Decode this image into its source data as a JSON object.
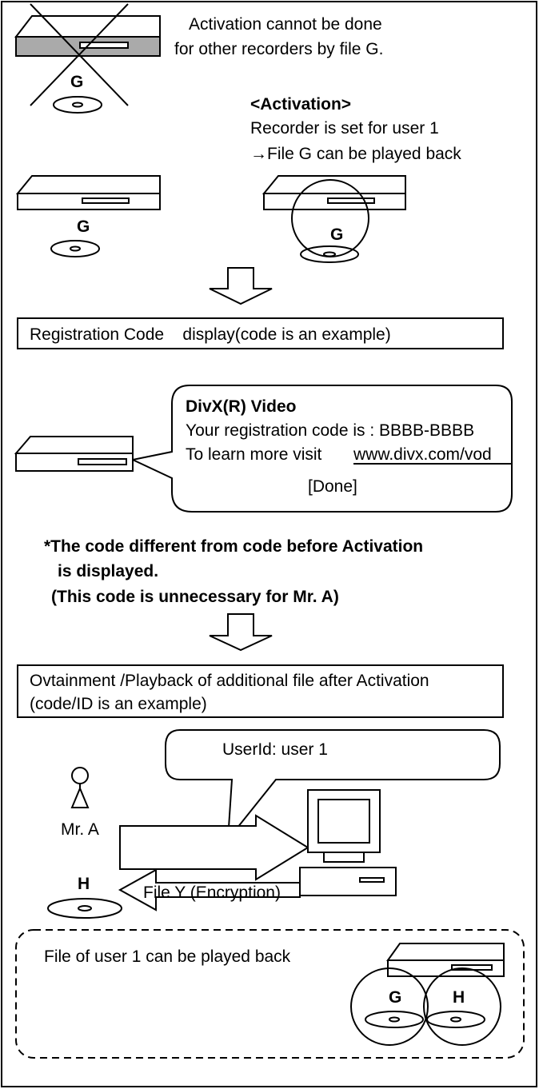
{
  "top": {
    "restriction_line1": "Activation cannot be done",
    "restriction_line2": "for other recorders by file G.",
    "disc_label_crossed": "G",
    "activation_title": "<Activation>",
    "activation_line1": "Recorder is set for user 1",
    "activation_line2": "→File G can be played back",
    "disc_label_left": "G",
    "disc_label_right": "G"
  },
  "registration": {
    "box_label": "Registration Code    display(code is an example)"
  },
  "dialog": {
    "title": "DivX(R) Video",
    "code_line": "Your registration code is : BBBB-BBBB",
    "learn_prefix": "To learn more visit",
    "learn_link": "www.divx.com/vod",
    "done_button": "[Done]"
  },
  "note": {
    "line1": "*The code different from code before Activation",
    "line2": "is displayed.",
    "line3": "(This code is unnecessary for Mr. A)"
  },
  "playback": {
    "box_line1": "Ovtainment /Playback of additional file after Activation",
    "box_line2": "(code/ID is an example)",
    "bubble_text": "UserId: user 1",
    "person_label": "Mr. A",
    "file_arrow_label": "File Y (Encryption)",
    "disc_label": "H"
  },
  "result": {
    "text": "File of user 1 can be played back",
    "disc_g": "G",
    "disc_h": "H"
  }
}
